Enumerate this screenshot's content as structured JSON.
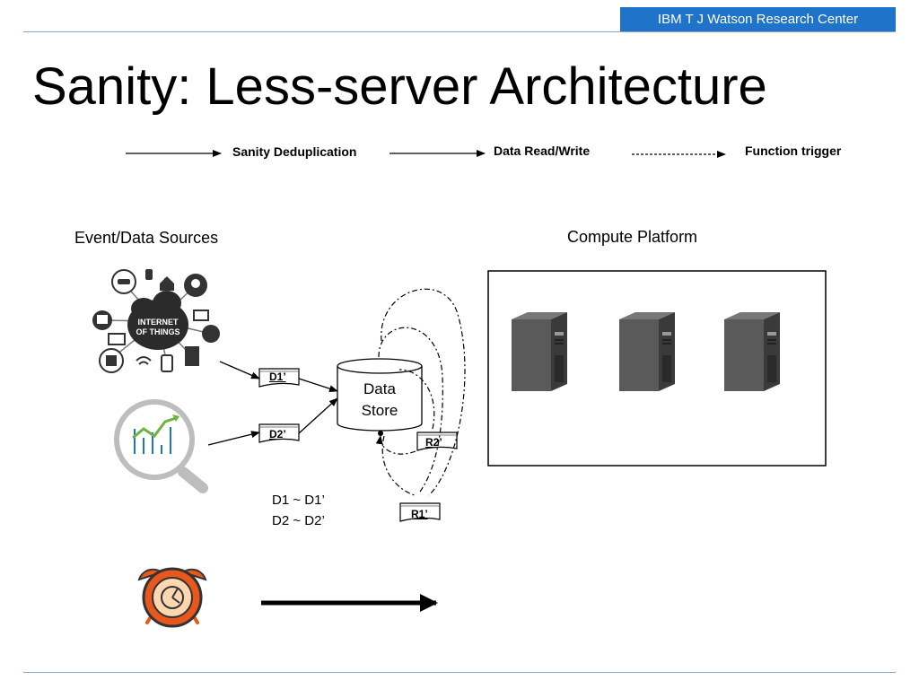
{
  "header": {
    "org": "IBM T J Watson Research Center"
  },
  "title": "Sanity: Less-server Architecture",
  "legend": {
    "dedup": "Sanity Deduplication",
    "readwrite": "Data Read/Write",
    "trigger": "Function trigger"
  },
  "sources": {
    "label": "Event/Data Sources",
    "iot_text_1": "INTERNET",
    "iot_text_2": "OF THINGS"
  },
  "compute": {
    "label": "Compute Platform"
  },
  "store": {
    "line1": "Data",
    "line2": "Store"
  },
  "docs": {
    "d1": "D1’",
    "d2": "D2’",
    "r1": "R1’",
    "r2": "R2’"
  },
  "equations": {
    "line1": "D1 ~ D1’",
    "line2": "D2 ~ D2’"
  },
  "colors": {
    "header": "#1f73c9",
    "rule": "#8ea5c8",
    "clock": "#e8581c",
    "magnifier": "#1f73c9"
  },
  "icons": [
    "iot-hub-icon",
    "magnifier-chart-icon",
    "alarm-clock-icon",
    "server-tower-icon"
  ]
}
